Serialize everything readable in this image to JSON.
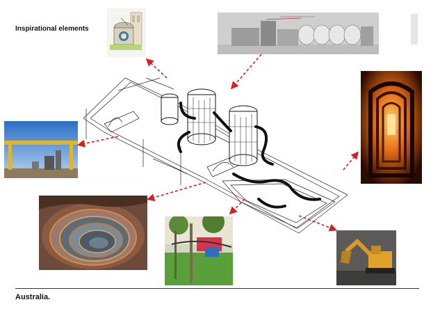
{
  "header": {
    "title": "Inspirational elements"
  },
  "footer": {
    "caption": "Australia."
  },
  "colors": {
    "arrow": "#d62020",
    "line": "#222222"
  },
  "photos": [
    {
      "name": "photo-water-tower-render"
    },
    {
      "name": "photo-processing-plant-render"
    },
    {
      "name": "photo-mine-tunnel"
    },
    {
      "name": "photo-gantry-crane"
    },
    {
      "name": "photo-open-pit-mine"
    },
    {
      "name": "photo-playground"
    },
    {
      "name": "photo-excavator"
    }
  ]
}
